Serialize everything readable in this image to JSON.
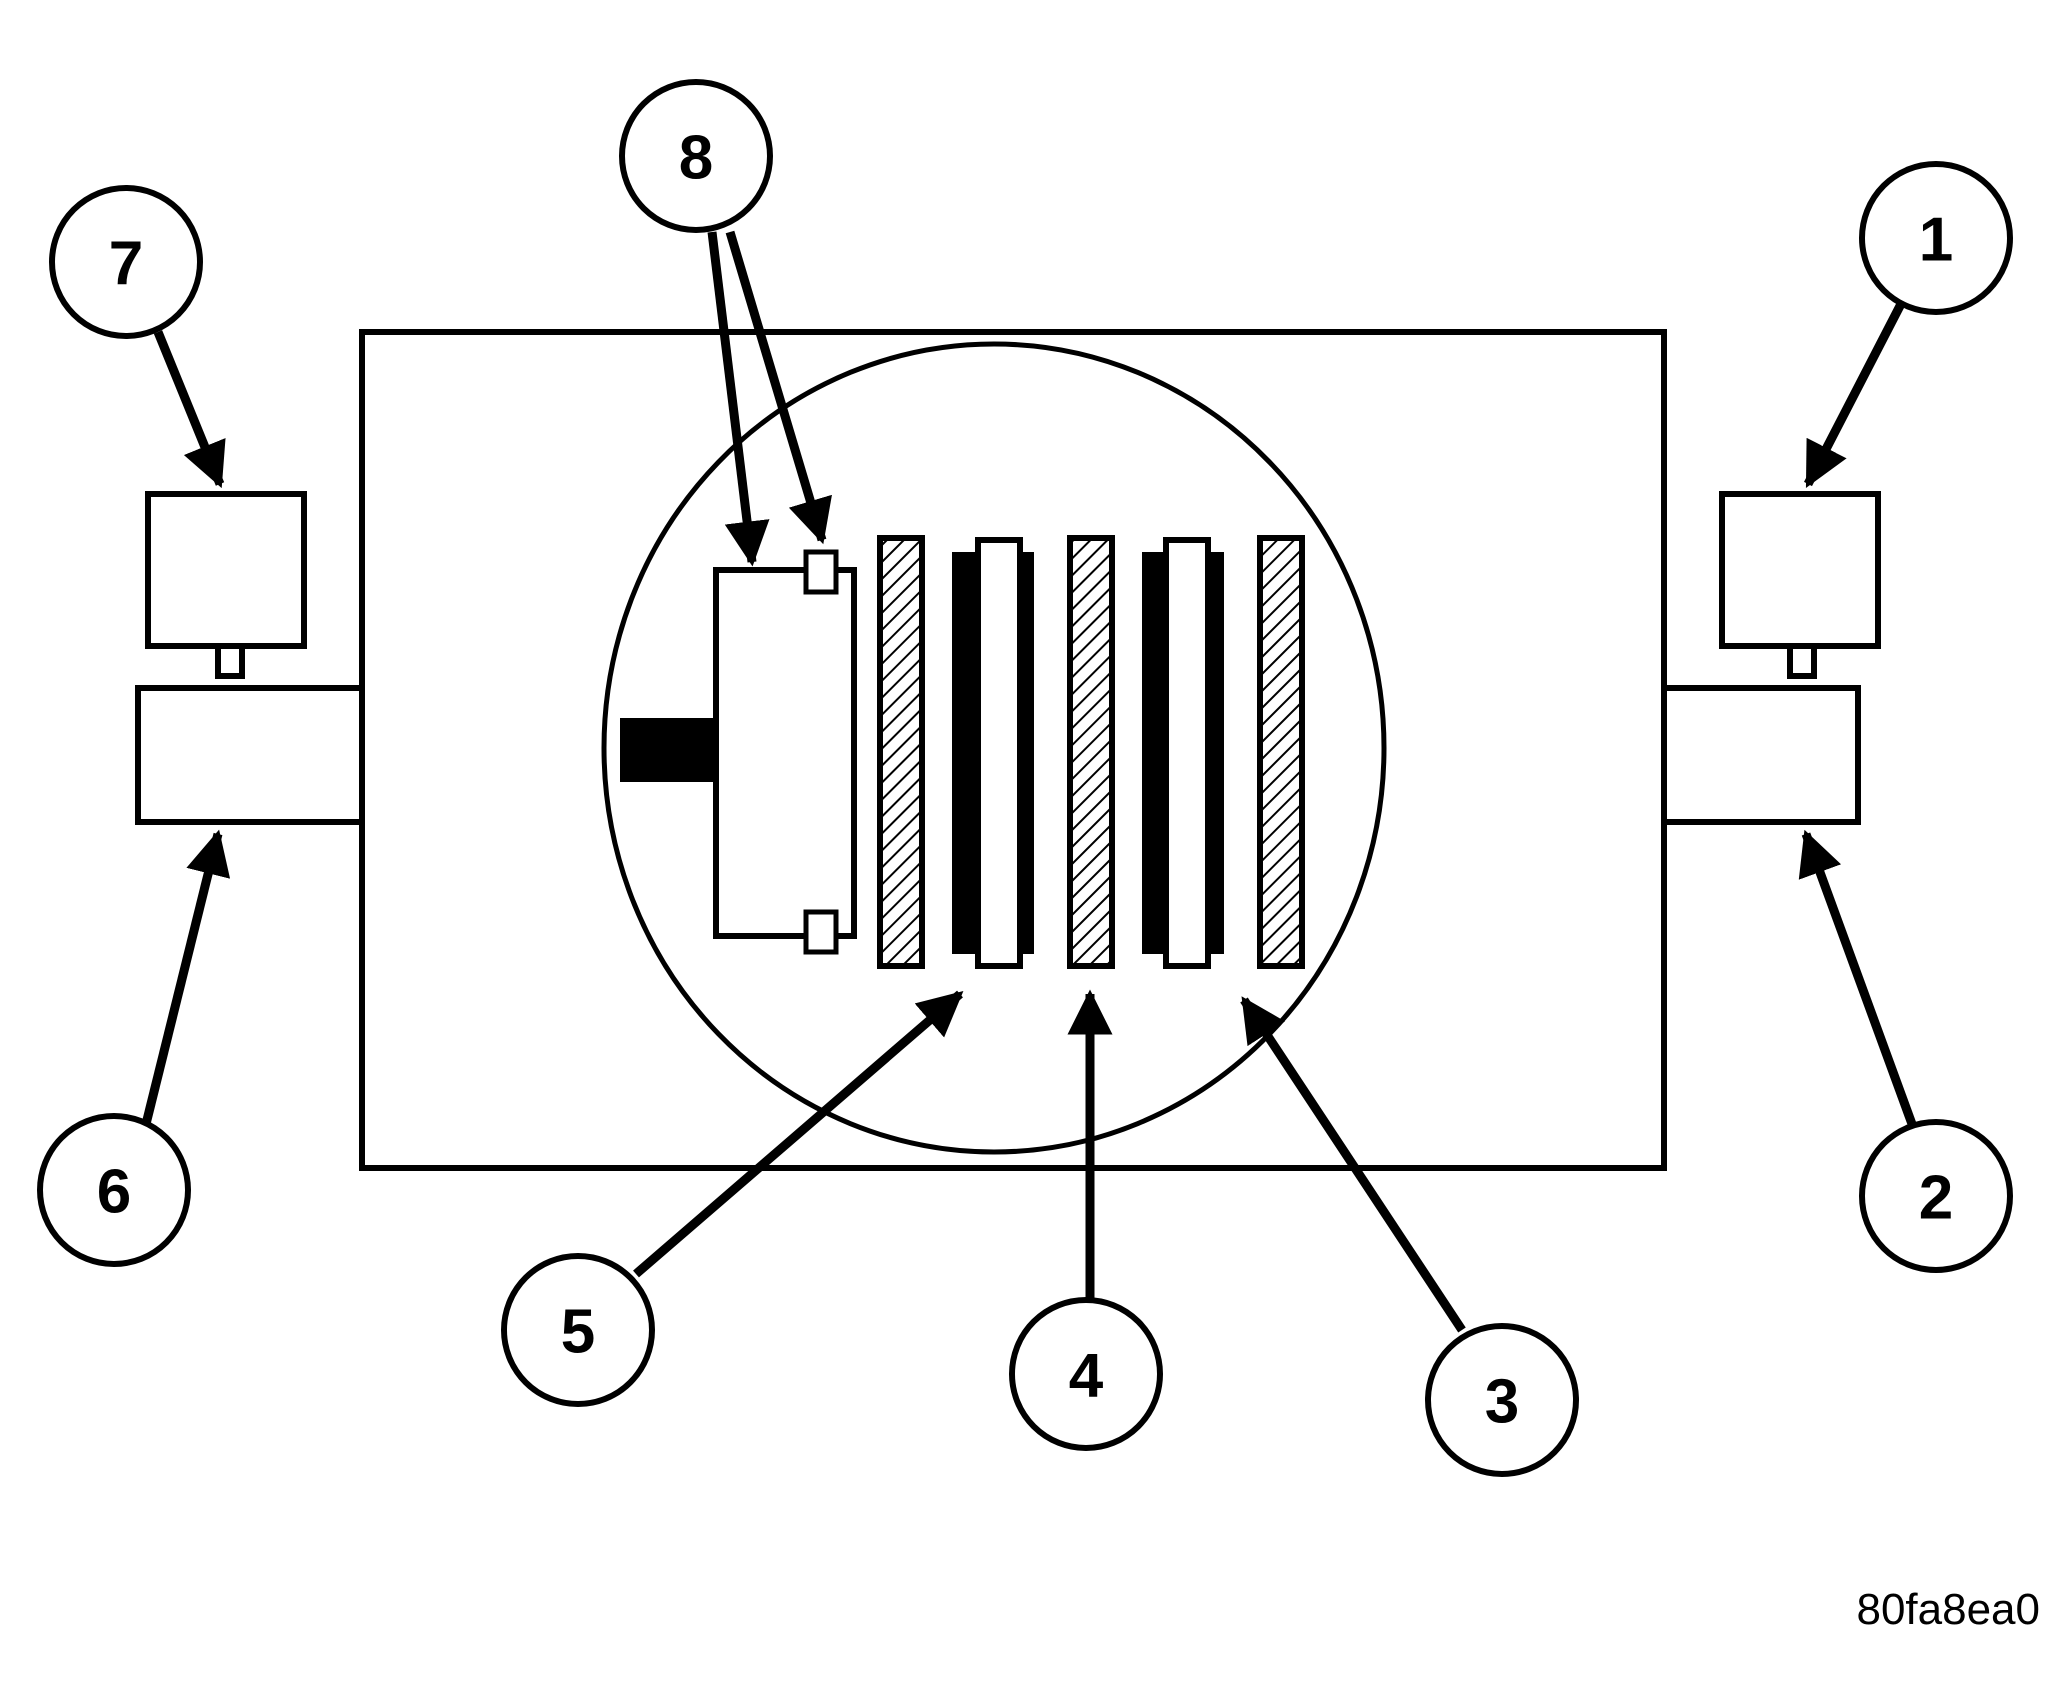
{
  "diagram": {
    "callouts": [
      {
        "id": "1",
        "label": "1"
      },
      {
        "id": "2",
        "label": "2"
      },
      {
        "id": "3",
        "label": "3"
      },
      {
        "id": "4",
        "label": "4"
      },
      {
        "id": "5",
        "label": "5"
      },
      {
        "id": "6",
        "label": "6"
      },
      {
        "id": "7",
        "label": "7"
      },
      {
        "id": "8",
        "label": "8"
      }
    ],
    "reference_code": "80fa8ea0",
    "colors": {
      "ink": "#000000",
      "paper": "#ffffff"
    }
  }
}
